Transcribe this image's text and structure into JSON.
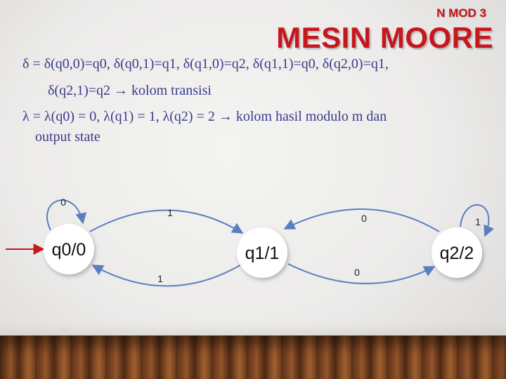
{
  "header": {
    "subtitle": "N MOD 3",
    "title": "MESIN MOORE"
  },
  "definitions": {
    "delta_line1": "δ = δ(q0,0)=q0, δ(q0,1)=q1, δ(q1,0)=q2, δ(q1,1)=q0, δ(q2,0)=q1,",
    "delta_line2": "δ(q2,1)=q2 → kolom transisi",
    "lambda_line1": "λ = λ(q0) = 0, λ(q1) = 1, λ(q2) = 2 → kolom hasil modulo m dan",
    "lambda_line2": "output state"
  },
  "diagram": {
    "states": [
      {
        "label": "q0/0",
        "initial": true
      },
      {
        "label": "q1/1"
      },
      {
        "label": "q2/2"
      }
    ],
    "transitions": [
      {
        "from": "q0",
        "to": "q0",
        "label": "0"
      },
      {
        "from": "q0",
        "to": "q1",
        "label": "1"
      },
      {
        "from": "q1",
        "to": "q0",
        "label": "1"
      },
      {
        "from": "q1",
        "to": "q2",
        "label": "0"
      },
      {
        "from": "q2",
        "to": "q1",
        "label": "0"
      },
      {
        "from": "q2",
        "to": "q2",
        "label": "1"
      }
    ],
    "colors": {
      "state_fill": "#ffffff",
      "edge": "#5a7fbf",
      "text": "#111111",
      "accent": "#c8161d"
    }
  }
}
